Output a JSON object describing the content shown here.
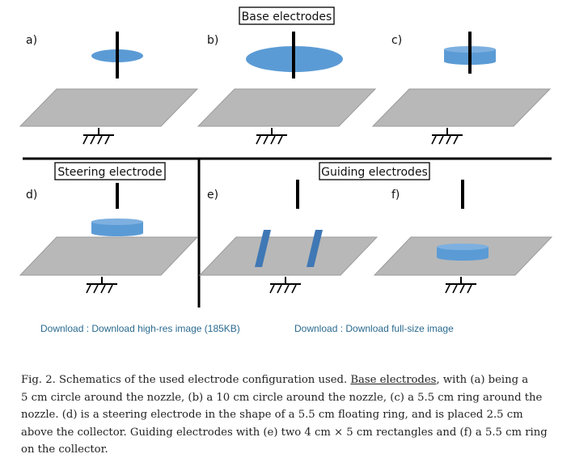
{
  "figure": {
    "sections": {
      "base": "Base electrodes",
      "steering": "Steering electrode",
      "guiding": "Guiding electrodes"
    },
    "panels": [
      "a)",
      "b)",
      "c)",
      "d)",
      "e)",
      "f)"
    ],
    "colors": {
      "plate": "#b8b8b8",
      "electrode": "#5b9bd5",
      "rect_electrode": "#3f78b5",
      "nozzle": "#000000"
    }
  },
  "links": {
    "highres": "Download : Download high-res image (185KB)",
    "fullsize": "Download : Download full-size image"
  },
  "caption": {
    "line1_prefix": "Fig. 2. Schematics of the used electrode configuration used. ",
    "line1_link": "Base electrodes",
    "line1_suffix": ", with (a) being a",
    "line2": "5 cm circle around the nozzle, (b) a 10 cm circle around the nozzle, (c) a 5.5 cm ring around the",
    "line3": "nozzle. (d) is a steering electrode in the shape of a 5.5 cm floating ring, and is placed 2.5 cm",
    "line4": "above the collector. Guiding electrodes with (e) two 4 cm × 5 cm rectangles and (f) a 5.5 cm ring",
    "line5": "on the collector."
  }
}
